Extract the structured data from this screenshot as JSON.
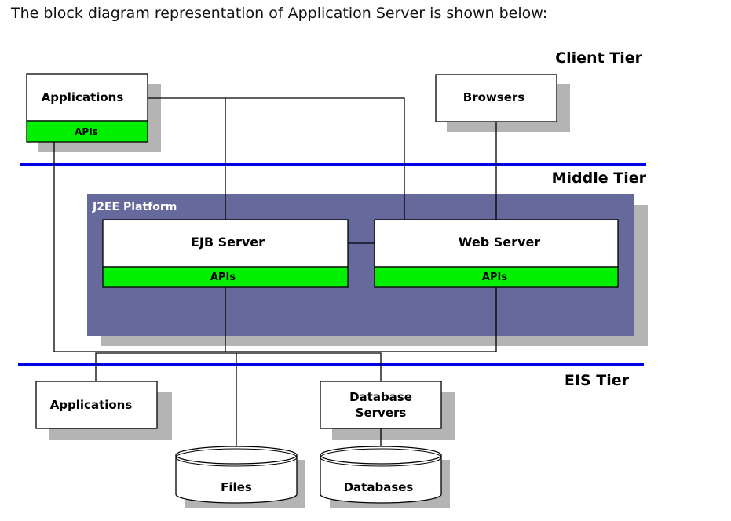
{
  "intro_text": "The block diagram representation of Application Server is shown below:",
  "tiers": {
    "client": "Client Tier",
    "middle": "Middle Tier",
    "eis": "EIS Tier"
  },
  "client_tier": {
    "applications": "Applications",
    "applications_apis": "APIs",
    "browsers": "Browsers"
  },
  "platform": {
    "label": "J2EE Platform",
    "ejb_server": "EJB Server",
    "ejb_apis": "APIs",
    "web_server": "Web Server",
    "web_apis": "APIs"
  },
  "eis_tier": {
    "applications": "Applications",
    "database_servers_line1": "Database",
    "database_servers_line2": "Servers",
    "files": "Files",
    "databases": "Databases"
  },
  "colors": {
    "tier_line": "#0000e6",
    "platform_fill": "#66699c",
    "api_fill": "#00f000",
    "shadow": "#b4b4b4"
  }
}
